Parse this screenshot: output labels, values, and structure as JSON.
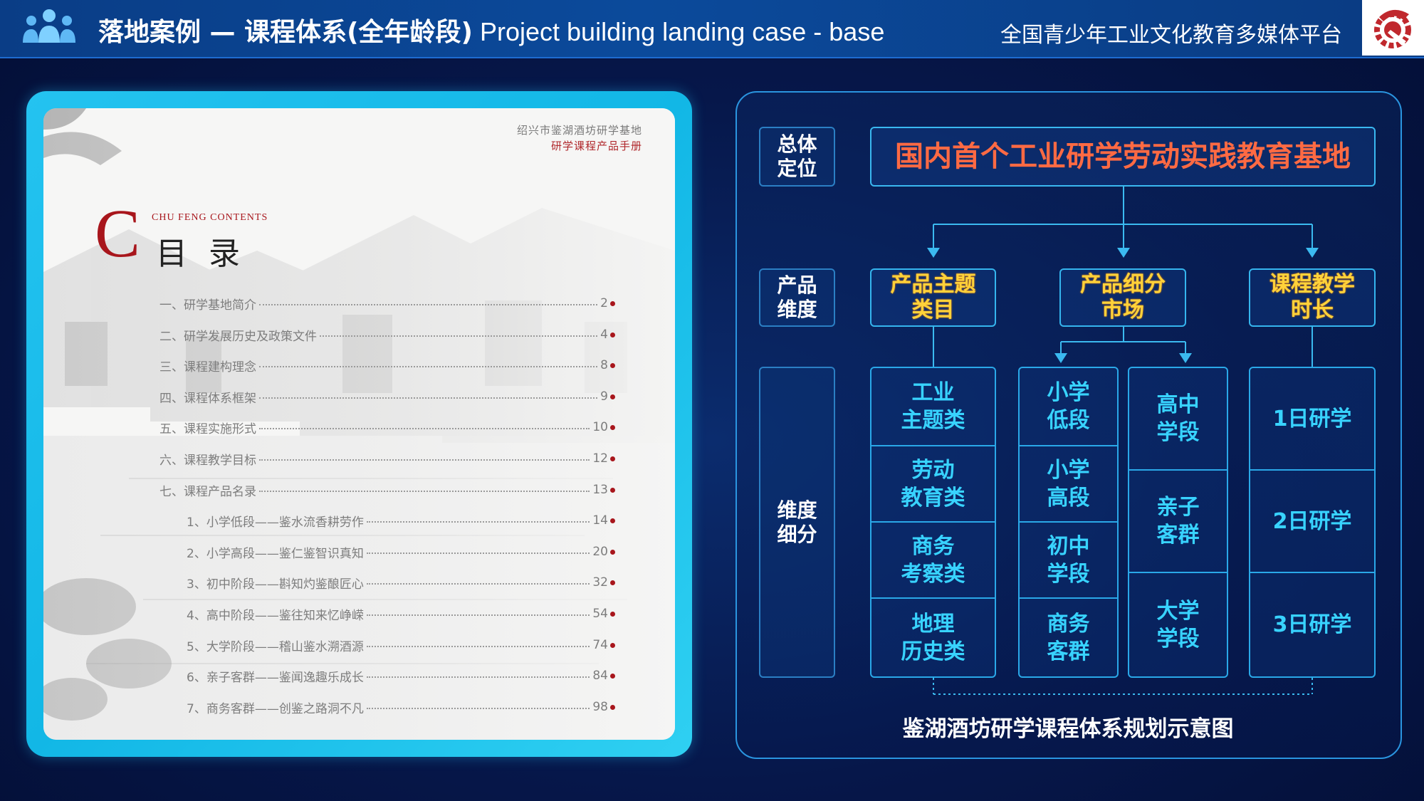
{
  "header": {
    "title_cn": "落地案例 — 课程体系(全年龄段)",
    "title_en": " Project building landing case - base",
    "platform": "全国青少年工业文化教育多媒体平台",
    "people_icon": "group-people-icon",
    "logo_icon": "gear-logo-icon"
  },
  "brochure": {
    "base_name": "绍兴市鉴湖酒坊研学基地",
    "subtitle": "研学课程产品手册",
    "big_letter": "C",
    "toc_en": "CHU FENG CONTENTS",
    "toc_cn": "目录",
    "toc": [
      {
        "title": "一、研学基地简介",
        "page": "2"
      },
      {
        "title": "二、研学发展历史及政策文件",
        "page": "4"
      },
      {
        "title": "三、课程建构理念",
        "page": "8"
      },
      {
        "title": "四、课程体系框架",
        "page": "9"
      },
      {
        "title": "五、课程实施形式",
        "page": "10"
      },
      {
        "title": "六、课程教学目标",
        "page": "12"
      },
      {
        "title": "七、课程产品名录",
        "page": "13"
      },
      {
        "title": "1、小学低段——鉴水流香耕劳作",
        "page": "14"
      },
      {
        "title": "2、小学高段——鉴仁鉴智识真知",
        "page": "20"
      },
      {
        "title": "3、初中阶段——斟知灼鉴酿匠心",
        "page": "32"
      },
      {
        "title": "4、高中阶段——鉴往知来忆峥嵘",
        "page": "54"
      },
      {
        "title": "5、大学阶段——稽山鉴水溯酒源",
        "page": "74"
      },
      {
        "title": "6、亲子客群——鉴闻逸趣乐成长",
        "page": "84"
      },
      {
        "title": "7、商务客群——创鉴之路洞不凡",
        "page": "98"
      }
    ]
  },
  "diagram": {
    "labels": {
      "overall": "总体\n定位",
      "product": "产品\n维度",
      "detail": "维度\n细分"
    },
    "top": "国内首个工业研学劳动实践教育基地",
    "dims": [
      "产品主题\n类目",
      "产品细分\n市场",
      "课程教学\n时长"
    ],
    "themes": [
      "工业\n主题类",
      "劳动\n教育类",
      "商务\n考察类",
      "地理\n历史类"
    ],
    "markets_a": [
      "小学\n低段",
      "小学\n高段",
      "初中\n学段",
      "商务\n客群"
    ],
    "markets_b": [
      "高中\n学段",
      "亲子\n客群",
      "大学\n学段"
    ],
    "durations": [
      "1日研学",
      "2日研学",
      "3日研学"
    ],
    "caption": "鉴湖酒坊研学课程体系规划示意图"
  },
  "colors": {
    "accent_cyan": "#38d3ff",
    "title_orange": "#ff6a43",
    "dim_yellow": "#ffd23a",
    "brochure_red": "#a8161c"
  }
}
